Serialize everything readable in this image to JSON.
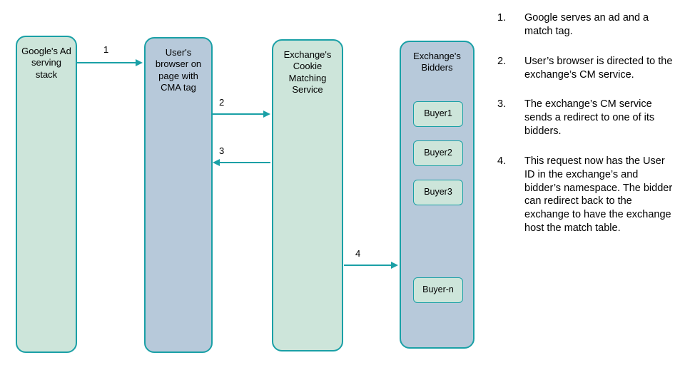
{
  "diagram": {
    "nodes": [
      {
        "id": "google",
        "label": "Google's Ad serving stack"
      },
      {
        "id": "browser",
        "label": "User's browser on page with CMA tag"
      },
      {
        "id": "cm-service",
        "label": "Exchange's Cookie Matching Service"
      },
      {
        "id": "bidders",
        "label": "Exchange's Bidders"
      }
    ],
    "buyers": [
      "Buyer1",
      "Buyer2",
      "Buyer3",
      "Buyer-n"
    ],
    "arrows": [
      {
        "label": "1"
      },
      {
        "label": "2"
      },
      {
        "label": "3"
      },
      {
        "label": "4"
      }
    ]
  },
  "steps": [
    {
      "number": "1.",
      "text": "Google serves an ad and a match tag."
    },
    {
      "number": "2.",
      "text": "User’s browser is directed to the exchange’s CM service."
    },
    {
      "number": "3.",
      "text": "The exchange’s CM service sends a redirect to one of its bidders."
    },
    {
      "number": "4.",
      "text": "This request now has the User ID in the exchange’s and bidder’s namespace. The bidder can redirect back to the exchange to have the exchange host the match table."
    }
  ],
  "colors": {
    "green_fill": "#cde5da",
    "blue_fill": "#b7c9da",
    "border": "#1aa0a6",
    "arrow": "#1aa0a6",
    "text": "#000000"
  }
}
